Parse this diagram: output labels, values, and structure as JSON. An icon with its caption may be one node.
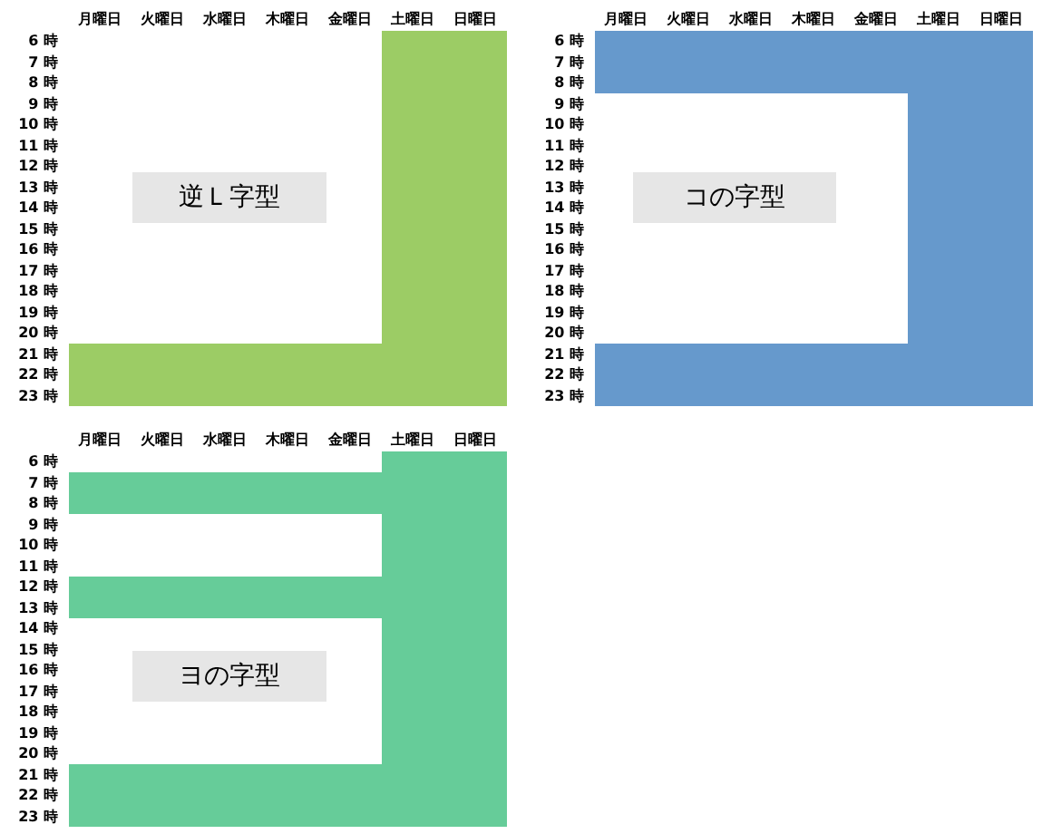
{
  "diagram": {
    "nodes": [
      {
        "text": [
          "逆Ｌ字型"
        ]
      },
      {
        "text": [
          "コの字型"
        ]
      },
      {
        "text": [
          "ヨの字型"
        ]
      }
    ],
    "labels": [
      "月曜日",
      "火曜日",
      "水曜日",
      "木曜日",
      "金曜日",
      "土曜日",
      "日曜日",
      "6 時",
      "7 時",
      "8 時",
      "9 時",
      "10 時",
      "11 時",
      "12 時",
      "13 時",
      "14 時",
      "15 時",
      "16 時",
      "17 時",
      "18 時",
      "19 時",
      "20 時",
      "21 時",
      "22 時",
      "23 時",
      "月曜日",
      "火曜日",
      "水曜日",
      "木曜日",
      "金曜日",
      "土曜日",
      "日曜日",
      "6 時",
      "7 時",
      "8 時",
      "9 時",
      "10 時",
      "11 時",
      "12 時",
      "13 時",
      "14 時",
      "15 時",
      "16 時",
      "17 時",
      "18 時",
      "19 時",
      "20 時",
      "21 時",
      "22 時",
      "23 時",
      "月曜日",
      "火曜日",
      "水曜日",
      "木曜日",
      "金曜日",
      "土曜日",
      "日曜日",
      "6 時",
      "7 時",
      "8 時",
      "9 時",
      "10 時",
      "11 時",
      "12 時",
      "13 時",
      "14 時",
      "15 時",
      "16 時",
      "17 時",
      "18 時",
      "19 時",
      "20 時",
      "21 時",
      "22 時",
      "23 時"
    ]
  }
}
